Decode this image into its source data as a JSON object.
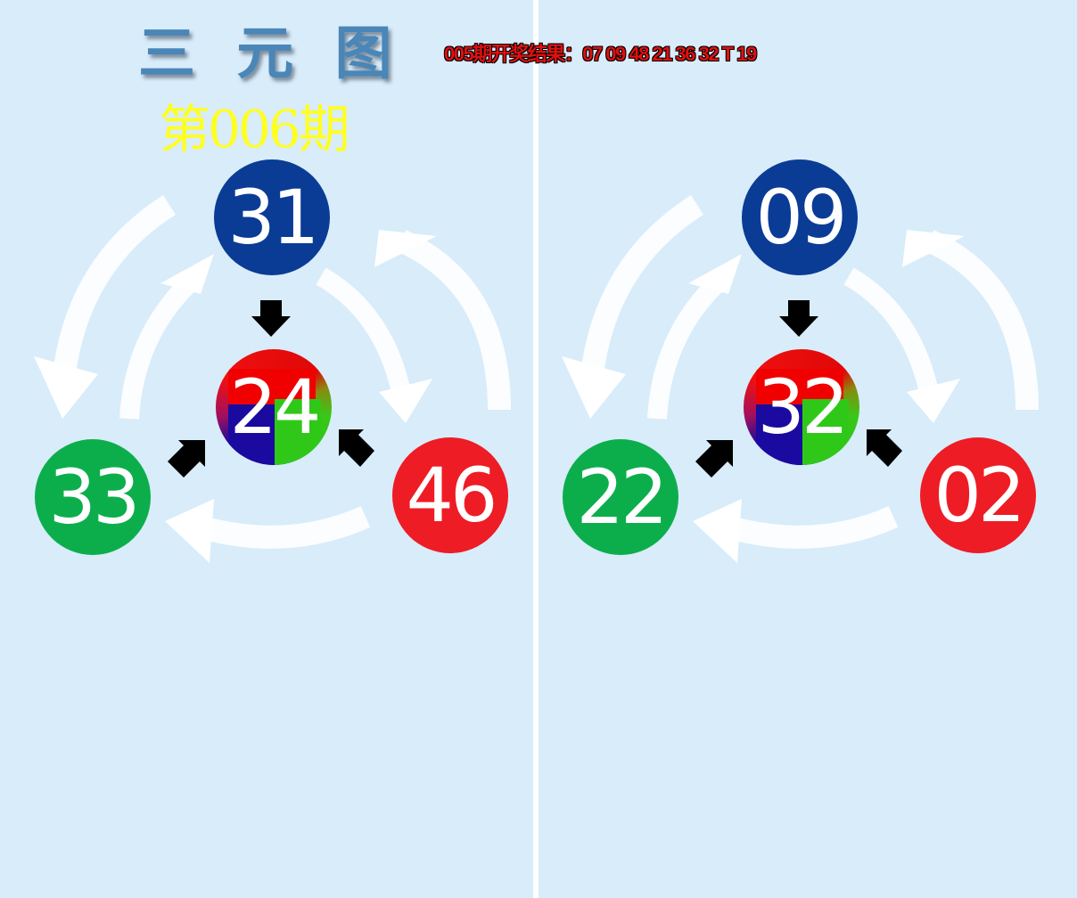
{
  "header": {
    "title": "三 元 图",
    "issue": "第006期",
    "last_result": "005期开奖结果：07 09 48 21 36 32 T 19"
  },
  "colors": {
    "blue": "#0a3c96",
    "green": "#0cae4c",
    "red": "#ee1c25",
    "background": "#d8ecfa"
  },
  "panels": [
    {
      "top": "31",
      "center": "24",
      "left": "33",
      "right": "46"
    },
    {
      "top": "09",
      "center": "32",
      "left": "22",
      "right": "02"
    }
  ]
}
